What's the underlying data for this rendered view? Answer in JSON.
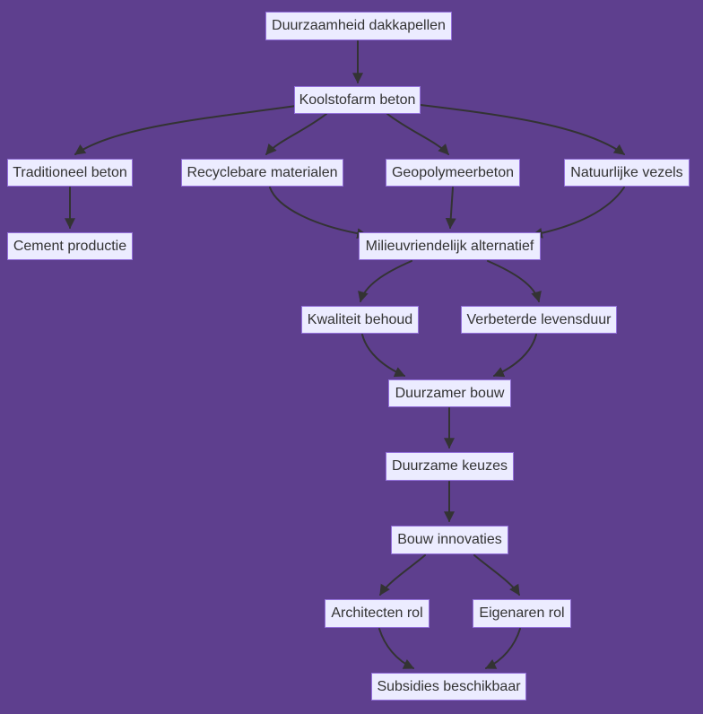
{
  "diagram": {
    "type": "flowchart",
    "direction": "top-down",
    "colors": {
      "background": "#5e3f8e",
      "node_fill": "#ececff",
      "node_border": "#9370db",
      "node_text": "#333333",
      "edge": "#333333"
    },
    "nodes": [
      {
        "id": "duurzaamheid-dakkapellen",
        "label": "Duurzaamheid dakkapellen"
      },
      {
        "id": "koolstofarm-beton",
        "label": "Koolstofarm beton"
      },
      {
        "id": "traditioneel-beton",
        "label": "Traditioneel beton"
      },
      {
        "id": "recyclebare-materialen",
        "label": "Recyclebare materialen"
      },
      {
        "id": "geopolymeerbeton",
        "label": "Geopolymeerbeton"
      },
      {
        "id": "natuurlijke-vezels",
        "label": "Natuurlijke vezels"
      },
      {
        "id": "cement-productie",
        "label": "Cement productie"
      },
      {
        "id": "milieuvriendelijk-alternatief",
        "label": "Milieuvriendelijk alternatief"
      },
      {
        "id": "kwaliteit-behoud",
        "label": "Kwaliteit behoud"
      },
      {
        "id": "verbeterde-levensduur",
        "label": "Verbeterde levensduur"
      },
      {
        "id": "duurzamer-bouw",
        "label": "Duurzamer bouw"
      },
      {
        "id": "duurzame-keuzes",
        "label": "Duurzame keuzes"
      },
      {
        "id": "bouw-innovaties",
        "label": "Bouw innovaties"
      },
      {
        "id": "architecten-rol",
        "label": "Architecten rol"
      },
      {
        "id": "eigenaren-rol",
        "label": "Eigenaren rol"
      },
      {
        "id": "subsidies-beschikbaar",
        "label": "Subsidies beschikbaar"
      }
    ],
    "edges": [
      {
        "from": "duurzaamheid-dakkapellen",
        "to": "koolstofarm-beton"
      },
      {
        "from": "koolstofarm-beton",
        "to": "traditioneel-beton"
      },
      {
        "from": "koolstofarm-beton",
        "to": "recyclebare-materialen"
      },
      {
        "from": "koolstofarm-beton",
        "to": "geopolymeerbeton"
      },
      {
        "from": "koolstofarm-beton",
        "to": "natuurlijke-vezels"
      },
      {
        "from": "traditioneel-beton",
        "to": "cement-productie"
      },
      {
        "from": "recyclebare-materialen",
        "to": "milieuvriendelijk-alternatief"
      },
      {
        "from": "geopolymeerbeton",
        "to": "milieuvriendelijk-alternatief"
      },
      {
        "from": "natuurlijke-vezels",
        "to": "milieuvriendelijk-alternatief"
      },
      {
        "from": "milieuvriendelijk-alternatief",
        "to": "kwaliteit-behoud"
      },
      {
        "from": "milieuvriendelijk-alternatief",
        "to": "verbeterde-levensduur"
      },
      {
        "from": "kwaliteit-behoud",
        "to": "duurzamer-bouw"
      },
      {
        "from": "verbeterde-levensduur",
        "to": "duurzamer-bouw"
      },
      {
        "from": "duurzamer-bouw",
        "to": "duurzame-keuzes"
      },
      {
        "from": "duurzame-keuzes",
        "to": "bouw-innovaties"
      },
      {
        "from": "bouw-innovaties",
        "to": "architecten-rol"
      },
      {
        "from": "bouw-innovaties",
        "to": "eigenaren-rol"
      },
      {
        "from": "architecten-rol",
        "to": "subsidies-beschikbaar"
      },
      {
        "from": "eigenaren-rol",
        "to": "subsidies-beschikbaar"
      }
    ]
  }
}
